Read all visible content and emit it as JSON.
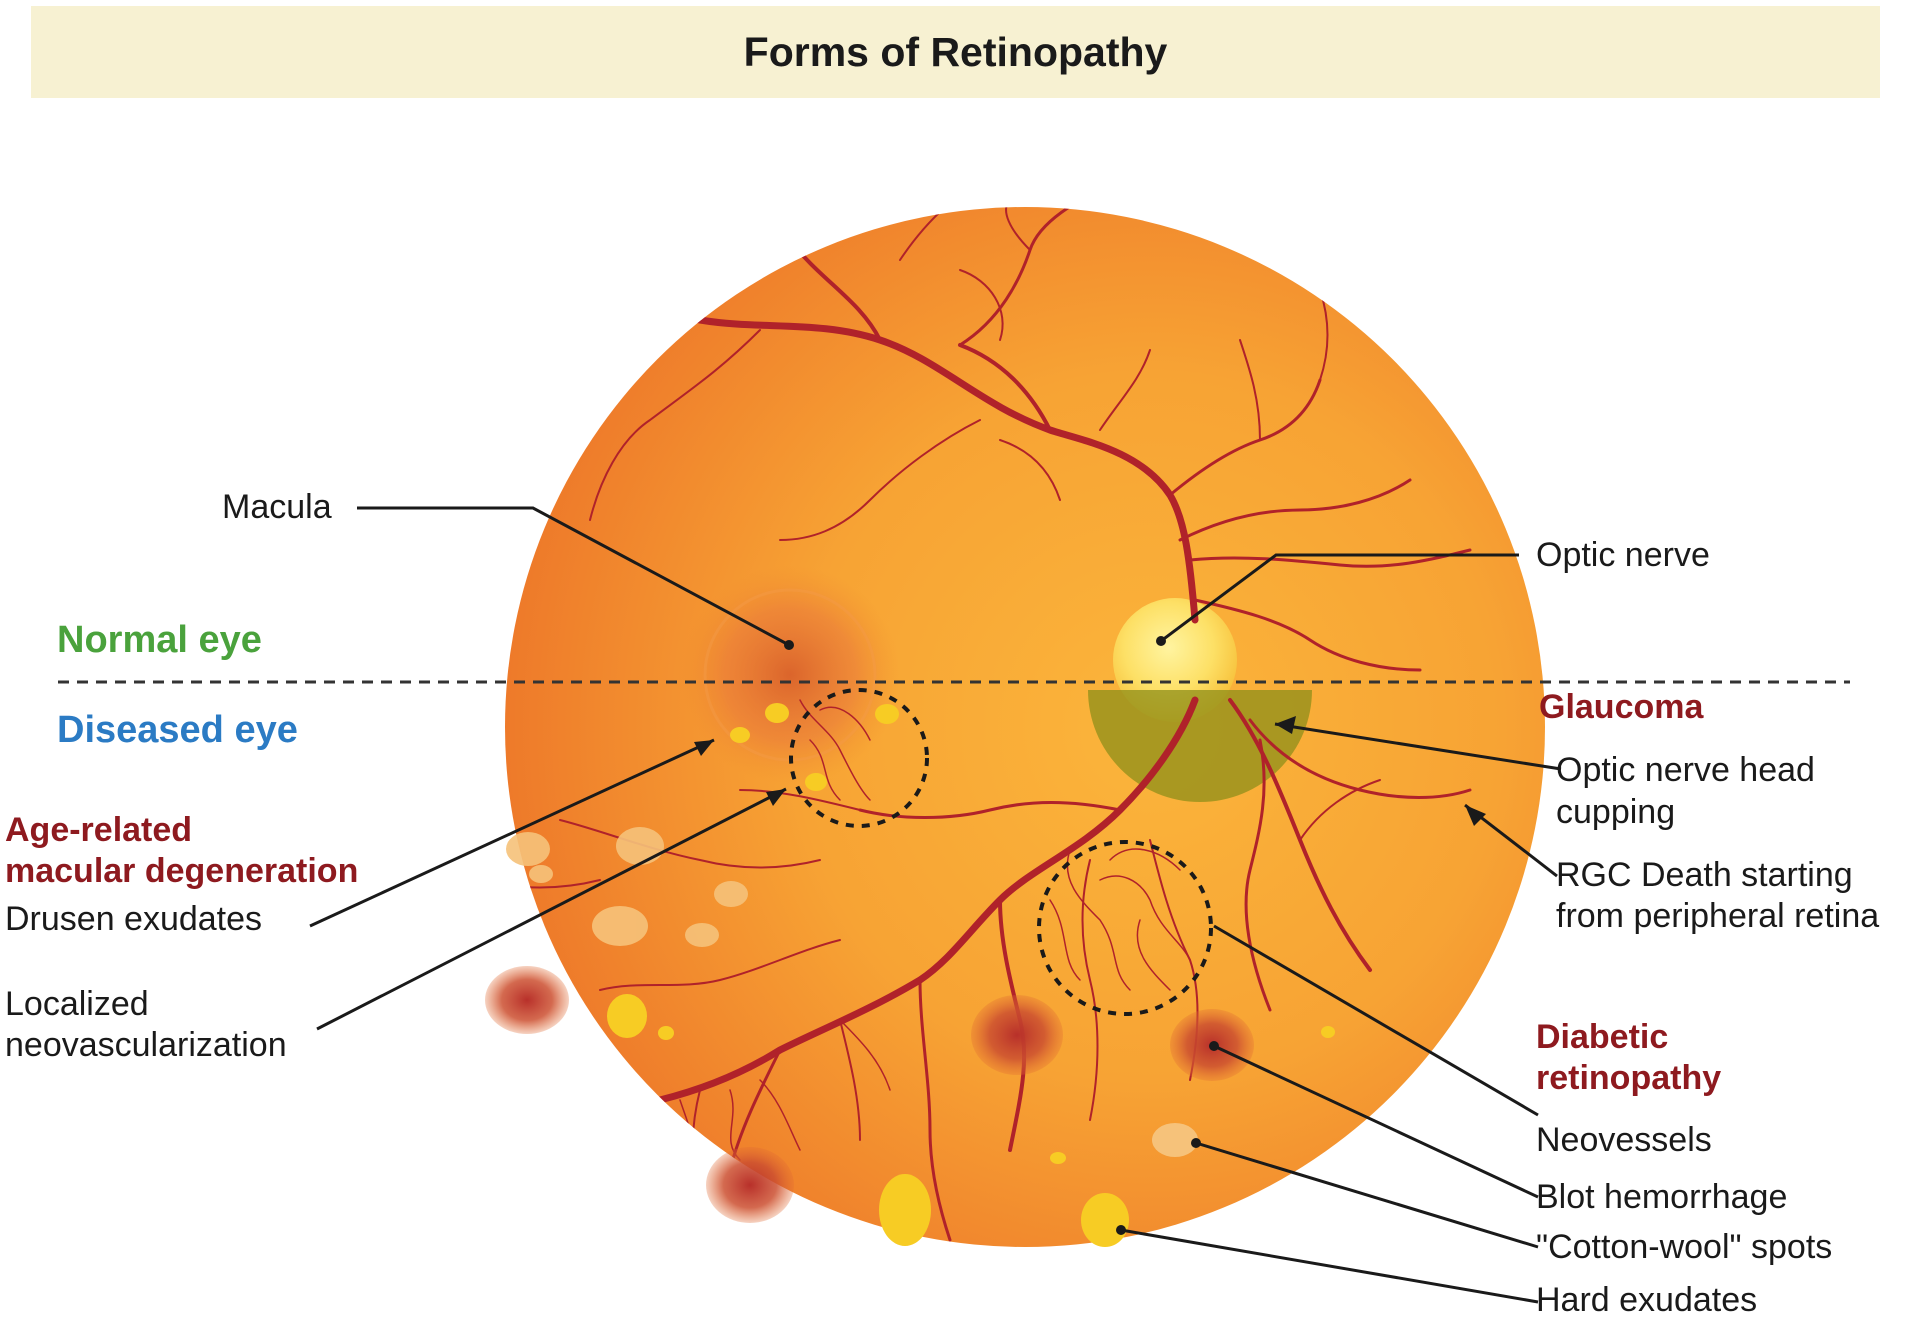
{
  "title": "Forms of Retinopathy",
  "regions": {
    "normal_eye": "Normal eye",
    "diseased_eye": "Diseased eye"
  },
  "labels": {
    "macula": "Macula",
    "optic_nerve": "Optic nerve",
    "glaucoma": "Glaucoma",
    "onh_cupping_1": "Optic nerve head",
    "onh_cupping_2": "cupping",
    "rgc_death_1": "RGC Death starting",
    "rgc_death_2": "from peripheral retina",
    "amd_1": "Age-related",
    "amd_2": "macular degeneration",
    "drusen": "Drusen exudates",
    "neovasc_1": "Localized",
    "neovasc_2": "neovascularization",
    "diabetic_1": "Diabetic",
    "diabetic_2": "retinopathy",
    "neovessels": "Neovessels",
    "blot": "Blot hemorrhage",
    "cotton_wool": "\"Cotton-wool\" spots",
    "hard_exudates": "Hard exudates"
  },
  "colors": {
    "title_bg": "#f7f1d2",
    "disease_label": "#8e1a1f",
    "normal_label": "#4aa23c",
    "diseased_label": "#2b7bc4",
    "fundus": "#f08a2c",
    "vessel": "#b0222a"
  }
}
